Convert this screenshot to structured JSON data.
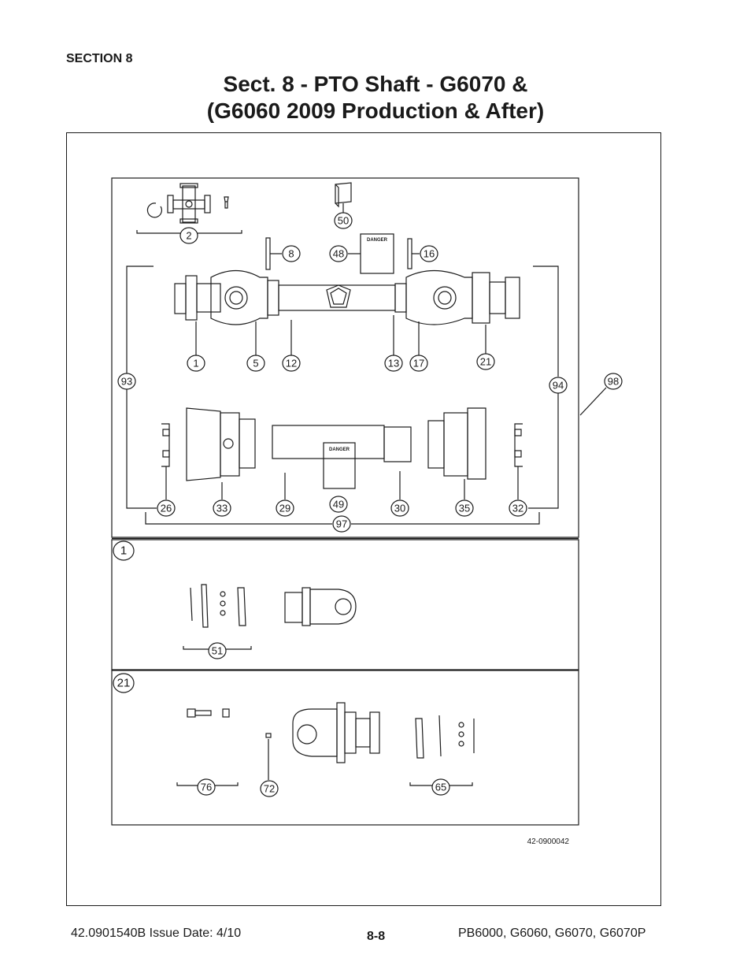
{
  "header": {
    "section": "SECTION 8",
    "title_line1": "Sect. 8 - PTO Shaft - G6070 &",
    "title_line2": "(G6060 2009 Production & After)"
  },
  "callouts": {
    "c1": "1",
    "c2": "2",
    "c5": "5",
    "c8": "8",
    "c12": "12",
    "c13": "13",
    "c16": "16",
    "c17": "17",
    "c21": "21",
    "c26": "26",
    "c29": "29",
    "c30": "30",
    "c32": "32",
    "c33": "33",
    "c35": "35",
    "c48": "48",
    "c49": "49",
    "c50": "50",
    "c51": "51",
    "c65": "65",
    "c72": "72",
    "c76": "76",
    "c93": "93",
    "c94": "94",
    "c97": "97",
    "c98": "98"
  },
  "detail_labels": {
    "detail1": "1",
    "detail21": "21"
  },
  "labels": {
    "danger": "DANGER"
  },
  "drawing_number": "42-0900042",
  "footer": {
    "doc_number": "42.0901540B  Issue Date: 4/10",
    "page": "8-8",
    "models": "PB6000, G6060, G6070, G6070P"
  }
}
